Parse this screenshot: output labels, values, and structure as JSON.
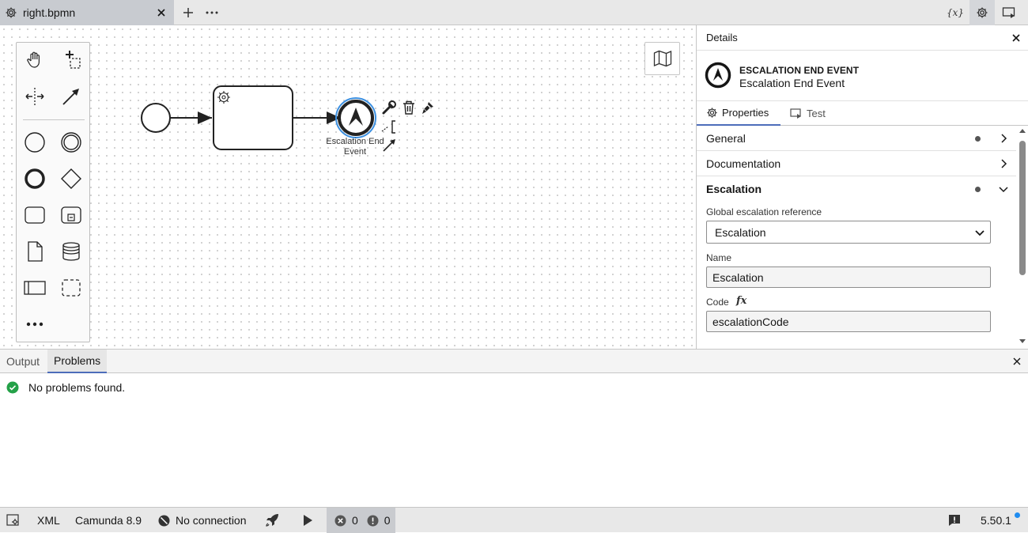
{
  "tab": {
    "label": "right.bpmn",
    "icon": "gear-icon"
  },
  "tabbar": {
    "add_icon": "plus-icon",
    "more_icon": "ellipsis-icon",
    "variables_label": "{x}"
  },
  "canvas": {
    "event_label_line1": "Escalation End",
    "event_label_line2": "Event"
  },
  "details": {
    "title": "Details",
    "element_type": "ESCALATION END EVENT",
    "element_name": "Escalation End Event",
    "tabs": [
      {
        "label": "Properties"
      },
      {
        "label": "Test"
      }
    ],
    "groups": {
      "general": "General",
      "documentation": "Documentation",
      "escalation": "Escalation"
    },
    "fields": {
      "global_ref_label": "Global escalation reference",
      "global_ref_value": "Escalation",
      "name_label": "Name",
      "name_value": "Escalation",
      "code_label": "Code",
      "code_fx": "fx",
      "code_value": "escalationCode"
    }
  },
  "bottom": {
    "tabs": [
      {
        "label": "Output"
      },
      {
        "label": "Problems"
      }
    ],
    "message": "No problems found."
  },
  "status": {
    "xml": "XML",
    "engine": "Camunda 8.9",
    "connection": "No connection",
    "errors": "0",
    "warnings": "0",
    "version": "5.50.1"
  },
  "colors": {
    "accent": "#4d6dba",
    "selection": "#1f8cf0",
    "success": "#24a148"
  }
}
